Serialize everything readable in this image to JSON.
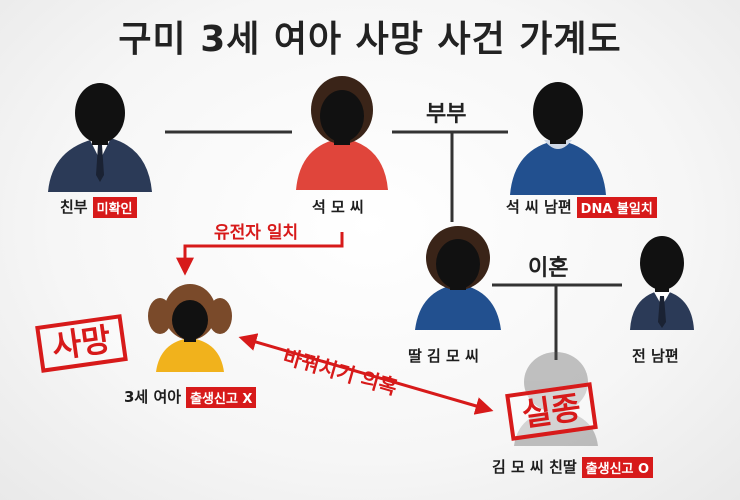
{
  "title": "구미 3세 여아 사망 사건 가계도",
  "people": {
    "biological_father": {
      "name": "친부",
      "tag": "미확인"
    },
    "mr_seok": {
      "name": "석 모 씨"
    },
    "seok_husband": {
      "name": "석 씨 남편",
      "tag": "DNA 불일치"
    },
    "daughter_kim": {
      "name": "딸 김 모 씨"
    },
    "ex_husband": {
      "name": "전 남편"
    },
    "girl_3yo": {
      "name": "3세 여아",
      "tag": "출생신고 X"
    },
    "kim_daughter": {
      "name": "김 모 씨 친딸",
      "tag": "출생신고 O"
    }
  },
  "relations": {
    "couple": "부부",
    "divorce": "이혼",
    "gene_match": "유전자 일치",
    "swap_suspicion": "바꿔치기 의혹"
  },
  "stamps": {
    "death": "사망",
    "missing": "실종"
  },
  "colors": {
    "accent_red": "#d71a1a",
    "suit_navy": "#2b3a57",
    "sweater_red": "#e0453b",
    "sweater_blue": "#22508f",
    "child_yellow": "#f1b21c"
  }
}
